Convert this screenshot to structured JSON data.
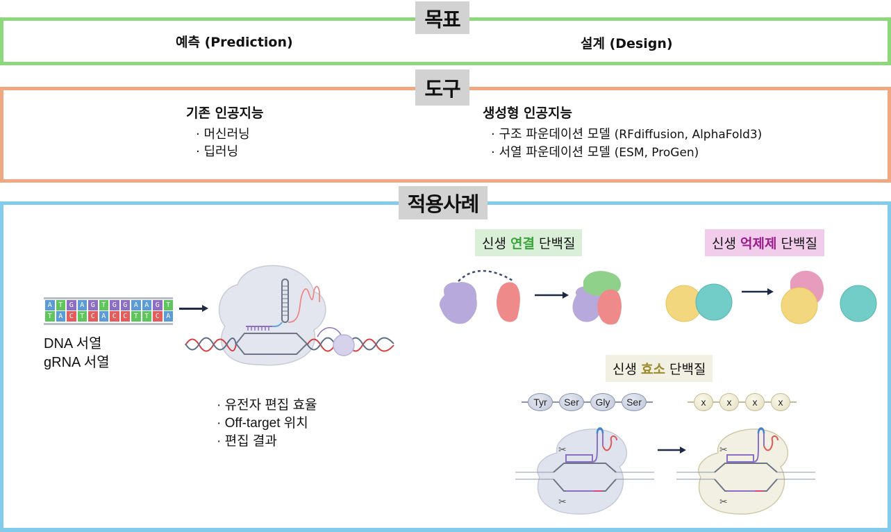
{
  "sections": {
    "goal": {
      "label": "목표",
      "border_color": "#8cd87a",
      "left": "예측 (Prediction)",
      "right": "설계 (Design)"
    },
    "tools": {
      "label": "도구",
      "border_color": "#f0a882",
      "left": {
        "heading": "기존 인공지능",
        "items": [
          "· 머신러닝",
          "· 딥러닝"
        ]
      },
      "right": {
        "heading": "생성형 인공지능",
        "items": [
          {
            "text": "· 구조 파운데이션 모델 ",
            "paren": "(RFdiffusion, AlphaFold3)"
          },
          {
            "text": "· 서열 파운데이션 모델 ",
            "paren": "(ESM, ProGen)"
          }
        ]
      }
    },
    "applications": {
      "label": "적용사례",
      "border_color": "#82cbea",
      "prediction": {
        "dna_top": [
          "A",
          "T",
          "G",
          "A",
          "G",
          "T",
          "G",
          "G",
          "A",
          "A",
          "G",
          "T"
        ],
        "dna_bottom": [
          "T",
          "A",
          "C",
          "T",
          "C",
          "A",
          "C",
          "C",
          "T",
          "T",
          "C",
          "A"
        ],
        "inputs": [
          "DNA 서열",
          "gRNA 서열"
        ],
        "outputs": [
          "· 유전자 편집 효율",
          "· Off-target 위치",
          "· 편집 결과"
        ]
      },
      "binder": {
        "title_pre": "신생 ",
        "title_hl": "연결",
        "title_post": " 단백질",
        "hl_color": "#3aa33a"
      },
      "inhibitor": {
        "title_pre": "신생 ",
        "title_hl": "억제제",
        "title_post": " 단백질",
        "hl_color": "#9b1d8c"
      },
      "enzyme": {
        "title_pre": "신생 ",
        "title_hl": "효소",
        "title_post": " 단백질",
        "hl_color": "#9c8a2e",
        "native_residues": [
          "Tyr",
          "Ser",
          "Gly",
          "Ser"
        ],
        "designed_residues": [
          "x",
          "x",
          "x",
          "x"
        ]
      }
    }
  },
  "colors": {
    "protein_purple": "#b7a9dc",
    "protein_red": "#ee8a8a",
    "protein_green": "#8fd18a",
    "protein_yellow": "#f3d77e",
    "protein_teal": "#72cdc8",
    "protein_pink": "#e79bbd",
    "arrow": "#1d2a44"
  }
}
